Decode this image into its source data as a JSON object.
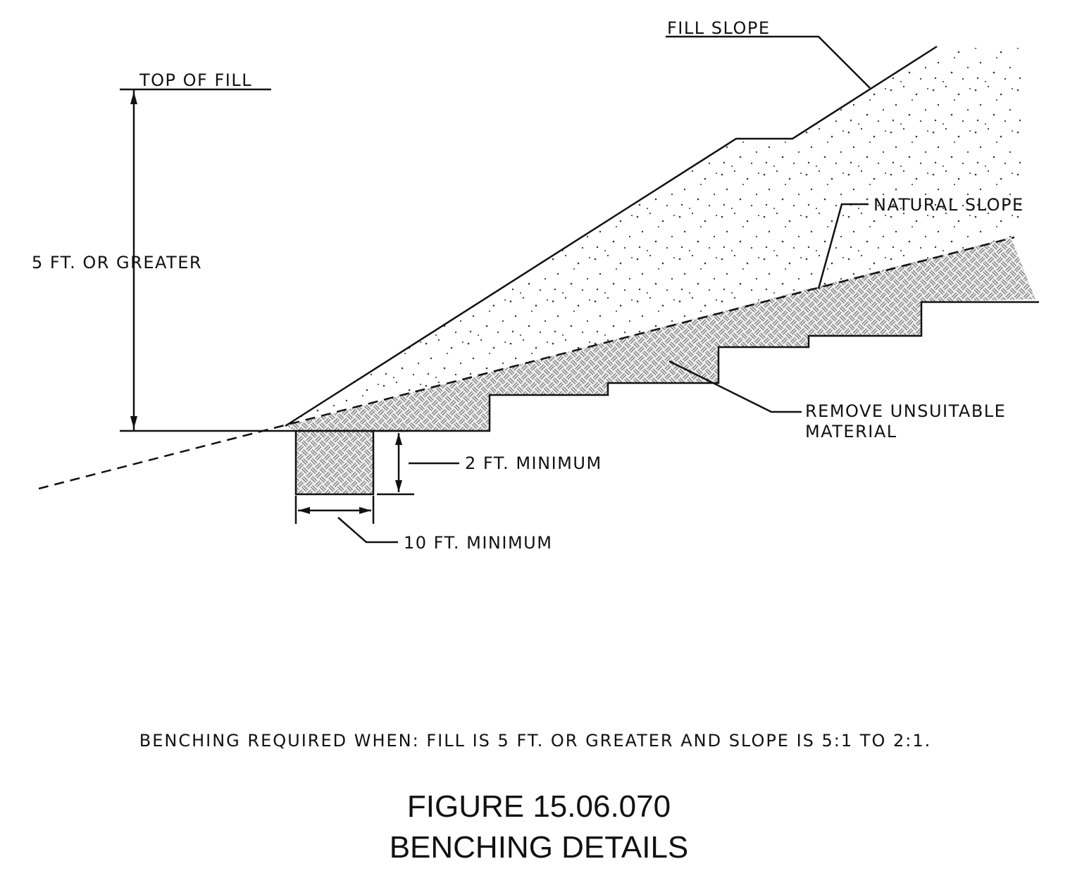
{
  "labels": {
    "fill_slope": "FILL SLOPE",
    "top_of_fill": "TOP OF FILL",
    "height": "5 FT. OR GREATER",
    "natural_slope": "NATURAL SLOPE",
    "remove_line1": "REMOVE UNSUITABLE",
    "remove_line2": "MATERIAL",
    "depth": "2 FT. MINIMUM",
    "width": "10 FT. MINIMUM"
  },
  "note": "BENCHING REQUIRED WHEN: FILL IS 5 FT. OR GREATER AND SLOPE IS 5:1 TO 2:1.",
  "figure": {
    "number": "FIGURE 15.06.070",
    "title": "BENCHING DETAILS"
  },
  "colors": {
    "ink": "#111111",
    "hatch_bg": "#eeeeee",
    "hatch_line": "#6a6a6a",
    "stipple": "#333333"
  }
}
